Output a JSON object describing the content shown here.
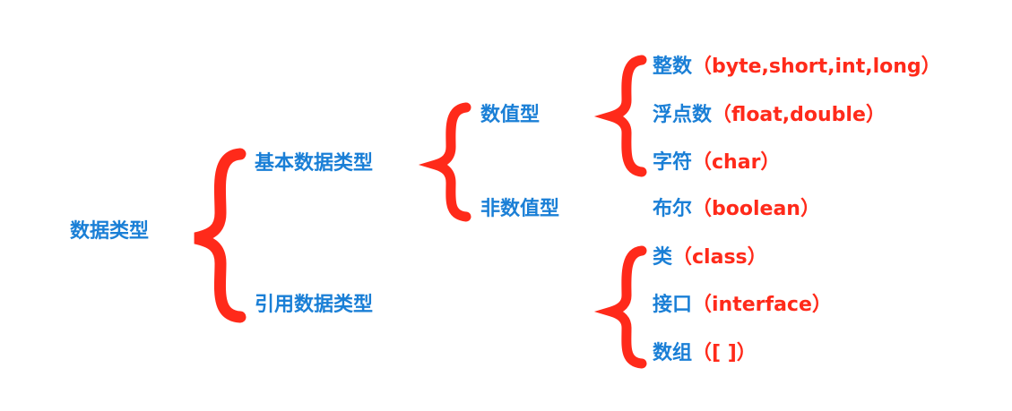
{
  "colors": {
    "label": "#1a7fd6",
    "keyword": "#ff2a1a",
    "brace": "#ff2a1a"
  },
  "root": {
    "label": "数据类型"
  },
  "basic": {
    "label": "基本数据类型"
  },
  "reference": {
    "label": "引用数据类型"
  },
  "numeric": {
    "label": "数值型"
  },
  "non_numeric": {
    "label": "非数值型"
  },
  "numeric_types": [
    {
      "cn": "整数",
      "en": "（byte,short,int,long）"
    },
    {
      "cn": "浮点数",
      "en": "（float,double）"
    },
    {
      "cn": "字符",
      "en": "（char）"
    }
  ],
  "non_numeric_types": [
    {
      "cn": "布尔",
      "en": "（boolean）"
    }
  ],
  "reference_types": [
    {
      "cn": "类",
      "en": "（class）"
    },
    {
      "cn": "接口",
      "en": "（interface）"
    },
    {
      "cn": "数组",
      "en": "（[ ]）"
    }
  ]
}
